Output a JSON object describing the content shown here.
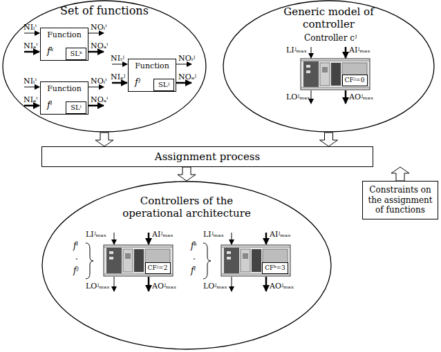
{
  "diagram": {
    "nodes": [
      {
        "text": [
          "Set of functions"
        ]
      },
      {
        "text": [
          "Function",
          "fᵏ"
        ],
        "in": 0
      },
      {
        "text": [
          "SLᵏ"
        ],
        "in": 1
      },
      {
        "text": [
          "Function",
          "fʲ"
        ],
        "in": 0
      },
      {
        "text": [
          "SLʲ"
        ],
        "in": 3
      },
      {
        "text": [
          "Function",
          "fⁱ"
        ],
        "in": 0
      },
      {
        "text": [
          "SLⁱ"
        ],
        "in": 5
      },
      {
        "text": [
          "Generic model of controller"
        ]
      },
      {
        "text": [
          "CFʲ=0"
        ],
        "in": 7
      },
      {
        "text": [
          "Assignment process"
        ]
      },
      {
        "text": [
          "Constraints on the assignment of functions"
        ]
      },
      {
        "text": [
          "Controllers of the operational architecture"
        ]
      },
      {
        "text": [
          "CFʲ=2"
        ],
        "in": 11
      },
      {
        "text": [
          "CFᵏ=3"
        ],
        "in": 11
      }
    ],
    "edges": [
      {
        "from": 0,
        "to": 9,
        "arrow": "to"
      },
      {
        "from": 7,
        "to": 9,
        "arrow": "to"
      },
      {
        "from": 9,
        "to": 11,
        "arrow": "to"
      },
      {
        "from": 10,
        "to": 9,
        "arrow": "to"
      }
    ],
    "labels": [
      "NIₗⁱ",
      "NIₐⁱ",
      "NOₗⁱ",
      "NOₐⁱ",
      "NIₗʲ",
      "NIₐʲ",
      "NOₗʲ",
      "NOₐʲ",
      "NIₗⁱ",
      "NIₐⁱ",
      "NOₗⁱ",
      "NOₐⁱ",
      "Controller cʲ",
      "LIʲₘₐₓ",
      "AIʲₘₐₓ",
      "LOʲₘₐₓ",
      "AOʲₘₐₓ",
      "fⁱ",
      ".",
      "fʲ",
      "LIʲₘₐₓ",
      "AIʲₘₐₓ",
      "LOʲₘₐₓ",
      "AOʲₘₐₓ",
      "fᵏ",
      ".",
      "fˡ",
      "LIʲₘₐₓ",
      "AIʲₘₐₓ",
      "LOʲₘₐₓ",
      "AOʲₘₐₓ"
    ]
  }
}
